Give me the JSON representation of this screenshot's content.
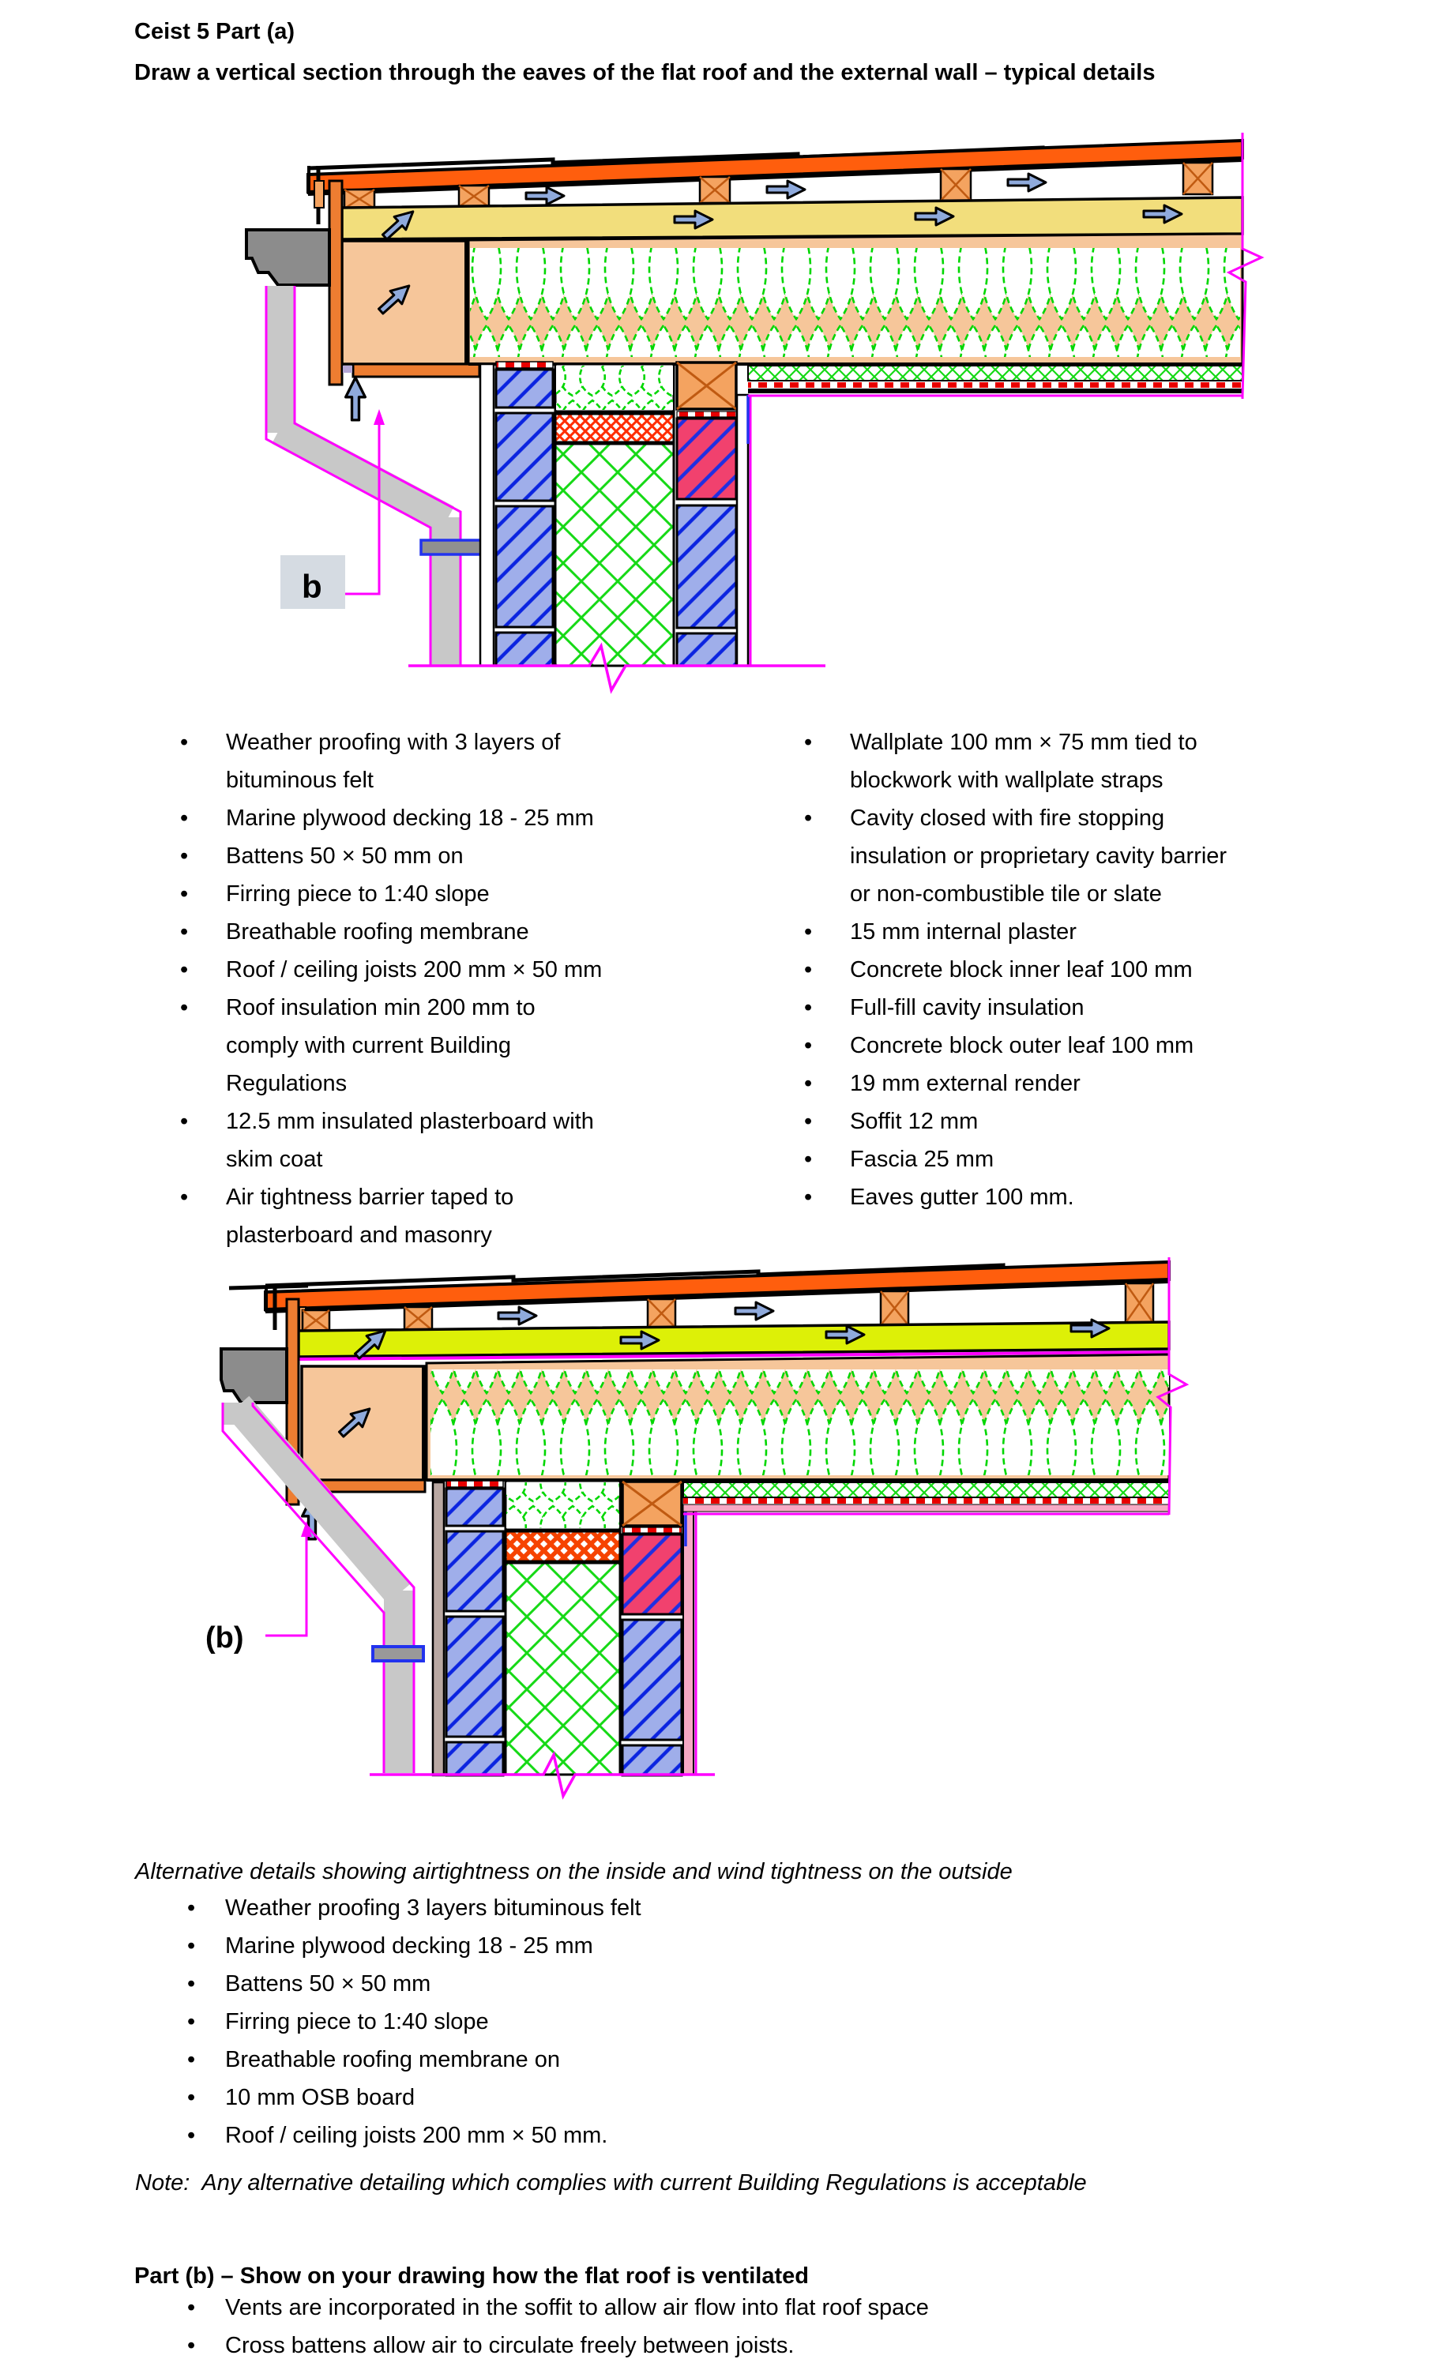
{
  "header": {
    "line1": "Ceist 5 Part (a)",
    "line2": "Draw a vertical section through the eaves of the flat roof and the external wall – typical details"
  },
  "diagram_a": {
    "label": "b"
  },
  "diagram_b": {
    "label": "(b)"
  },
  "spec_list_left": [
    "Weather proofing with 3 layers of\nbituminous felt",
    "Marine plywood decking 18 - 25 mm",
    "Battens 50 × 50 mm on",
    "Firring piece to 1:40 slope",
    "Breathable roofing membrane",
    "Roof / ceiling joists 200 mm × 50 mm",
    "Roof insulation min 200 mm to\ncomply with current Building\nRegulations",
    "12.5 mm insulated plasterboard with\nskim coat",
    "Air tightness barrier taped to\nplasterboard and masonry"
  ],
  "spec_list_right": [
    "Wallplate 100 mm × 75 mm tied to\nblockwork with wallplate straps",
    "Cavity closed with fire stopping\ninsulation or proprietary cavity barrier\nor non-combustible tile or slate",
    "15 mm internal plaster",
    "Concrete block inner leaf 100 mm",
    "Full-fill cavity insulation",
    "Concrete block outer leaf 100 mm",
    "19 mm external render",
    "Soffit 12 mm",
    "Fascia 25 mm",
    "Eaves gutter 100 mm."
  ],
  "alternative": {
    "heading": "Alternative details showing airtightness on the inside and wind tightness on the outside",
    "items": [
      "Weather proofing 3 layers bituminous felt",
      "Marine plywood decking 18 - 25 mm",
      "Battens 50 × 50 mm",
      "Firring piece to 1:40 slope",
      "Breathable roofing membrane on",
      "10 mm OSB board",
      "Roof / ceiling joists 200 mm × 50 mm."
    ]
  },
  "note": "Note:  Any alternative detailing which complies with current Building Regulations is acceptable",
  "part_b": {
    "heading": "Part (b) – Show on your drawing how the flat roof is ventilated",
    "items": [
      "Vents are incorporated in the soffit to allow air flow into flat roof space",
      "Cross battens allow air to circulate freely between joists."
    ]
  },
  "colors": {
    "felt_orange": "#FF5E0D",
    "batten_orange": "#F4A360",
    "fascia_orange": "#ED7D31",
    "decking_yellow": "#F2DE7C",
    "osb_chartreuse": "#DDF007",
    "timber_peach": "#F6C69A",
    "insulation_green": "#00D700",
    "block_blue": "#9FAEEA",
    "block_crimson": "#F1416E",
    "cavity_barrier_red": "#FF2D00",
    "plaster_pink": "#F7A8C4",
    "airtight_magenta": "#FF00FF",
    "gutter_grey": "#8C8C8C",
    "pipe_grey": "#C8C8C8",
    "arrow_blue": "#8FAADC",
    "label_box_grey": "#D5DBE2"
  }
}
